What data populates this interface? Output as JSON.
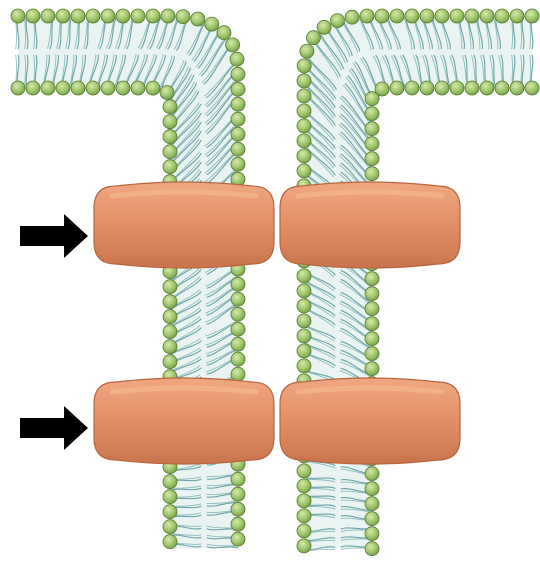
{
  "diagram": {
    "kind": "membrane-junction",
    "membranes": 2,
    "protein_pairs": 2,
    "arrows": 2,
    "arrow_direction": "right",
    "colors": {
      "lipid_head": "#9cc36a",
      "lipid_head_stroke": "#567b32",
      "lipid_tail": "#6aa3a6",
      "bilayer_core": "#e8f3f2",
      "protein": "#e4916a",
      "protein_highlight": "#f4b690",
      "protein_shadow": "#b8653f",
      "arrow": "#000000",
      "background": "#ffffff"
    }
  }
}
